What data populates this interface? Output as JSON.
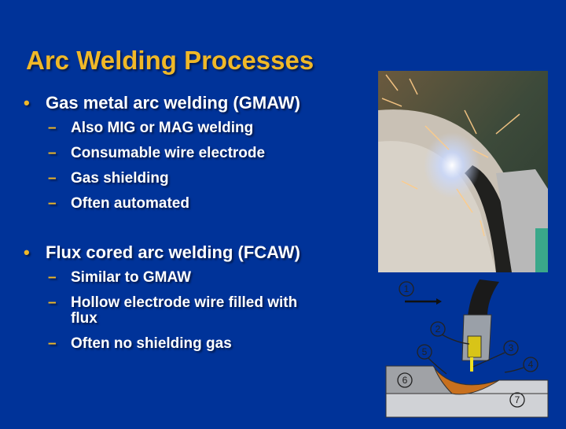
{
  "slide": {
    "title": "Arc Welding Processes",
    "bullets": [
      {
        "text": "Gas metal arc welding (GMAW)",
        "sub": [
          "Also MIG or MAG welding",
          "Consumable wire electrode",
          "Gas shielding",
          "Often automated"
        ]
      },
      {
        "text": "Flux cored arc welding (FCAW)",
        "sub": [
          "Similar to GMAW",
          "Hollow electrode wire filled with flux",
          "Often no shielding gas"
        ]
      }
    ],
    "bullet_glyph": "•",
    "dash_glyph": "–",
    "diagram_labels": [
      "1",
      "2",
      "3",
      "4",
      "5",
      "6",
      "7"
    ]
  },
  "colors": {
    "background": "#003399",
    "title": "#f0b828",
    "text": "#ffffff",
    "weld_bead": "#c8701e",
    "torch_nozzle": "#9aa0a8",
    "electrode_tip": "#d8c418"
  }
}
